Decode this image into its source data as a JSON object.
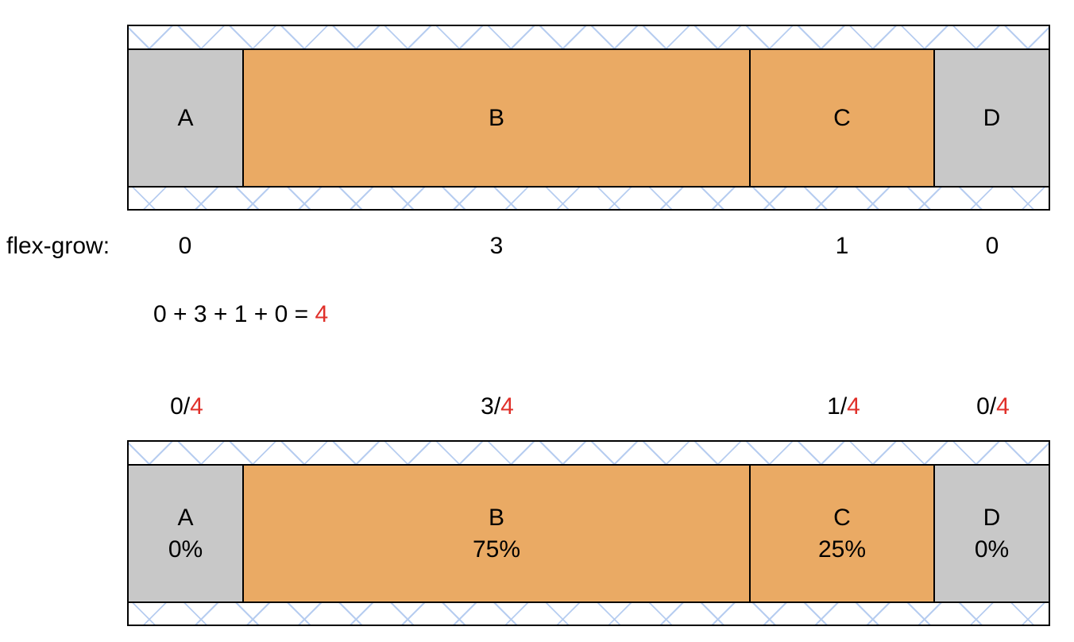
{
  "top_diagram": {
    "items": [
      {
        "label": "A",
        "color": "#c8c8c8"
      },
      {
        "label": "B",
        "color": "#eaaa64"
      },
      {
        "label": "C",
        "color": "#eaaa64"
      },
      {
        "label": "D",
        "color": "#c8c8c8"
      }
    ]
  },
  "flex_grow": {
    "label": "flex-grow:",
    "values": [
      "0",
      "3",
      "1",
      "0"
    ]
  },
  "sum": {
    "expression": "0 + 3 + 1 + 0 = ",
    "total": "4",
    "total_color": "#e0302a"
  },
  "fractions": [
    {
      "numerator": "0/",
      "denominator": "4"
    },
    {
      "numerator": "3/",
      "denominator": "4"
    },
    {
      "numerator": "1/",
      "denominator": "4"
    },
    {
      "numerator": "0/",
      "denominator": "4"
    }
  ],
  "bottom_diagram": {
    "items": [
      {
        "label": "A",
        "percent": "0%"
      },
      {
        "label": "B",
        "percent": "75%"
      },
      {
        "label": "C",
        "percent": "25%"
      },
      {
        "label": "D",
        "percent": "0%"
      }
    ]
  }
}
